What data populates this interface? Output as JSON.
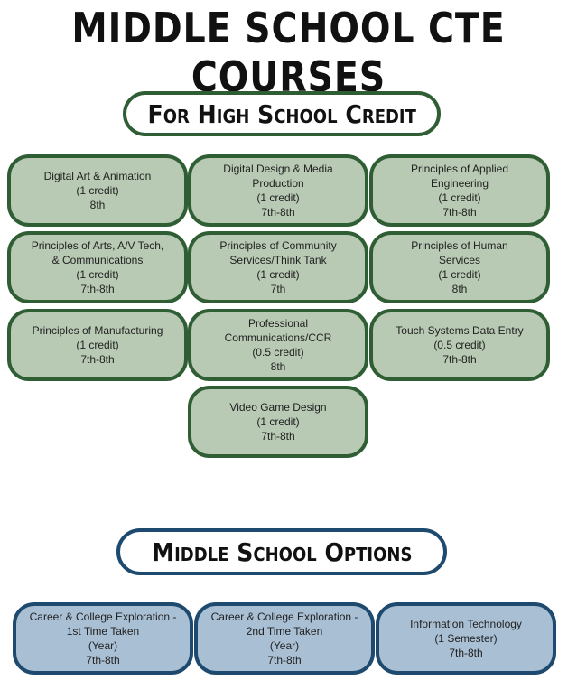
{
  "title": "MIDDLE SCHOOL CTE COURSES",
  "high_school_header": "For High School Credit",
  "middle_school_header": "Middle School Options",
  "hs_courses": [
    {
      "lines": [
        "Digital Art & Animation",
        "(1 credit)",
        "8th"
      ]
    },
    {
      "lines": [
        "Digital Design & Media",
        "Production",
        "(1 credit)",
        "7th-8th"
      ]
    },
    {
      "lines": [
        "Principles of Applied",
        "Engineering",
        "(1 credit)",
        "7th-8th"
      ]
    },
    {
      "lines": [
        "Principles of Arts, A/V Tech,",
        "& Communications",
        "(1 credit)",
        "7th-8th"
      ]
    },
    {
      "lines": [
        "Principles of Community",
        "Services/Think Tank",
        "(1 credit)",
        "7th"
      ]
    },
    {
      "lines": [
        "Principles of Human",
        "Services",
        "(1 credit)",
        "8th"
      ]
    },
    {
      "lines": [
        "Principles of Manufacturing",
        "(1 credit)",
        "7th-8th"
      ]
    },
    {
      "lines": [
        "Professional",
        "Communications/CCR",
        "(0.5 credit)",
        "8th"
      ]
    },
    {
      "lines": [
        "Touch Systems Data Entry",
        "(0.5 credit)",
        "7th-8th"
      ]
    },
    {
      "lines": [
        "Video Game Design",
        "(1 credit)",
        "7th-8th"
      ]
    }
  ],
  "ms_courses": [
    {
      "lines": [
        "Career & College Exploration -",
        "1st Time Taken",
        "(Year)",
        "7th-8th"
      ]
    },
    {
      "lines": [
        "Career & College Exploration -",
        "2nd Time Taken",
        "(Year)",
        "7th-8th"
      ]
    },
    {
      "lines": [
        "Information Technology",
        "(1 Semester)",
        "7th-8th"
      ]
    }
  ],
  "colors": {
    "green_border": "#2f5e35",
    "green_fill": "#b8c9b4",
    "blue_border": "#1d4a6e",
    "blue_fill": "#a9bfd4"
  }
}
